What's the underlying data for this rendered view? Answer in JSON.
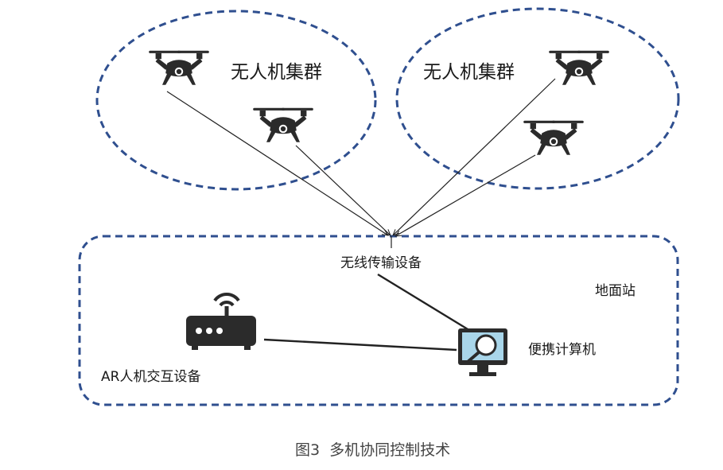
{
  "clusters": [
    {
      "label": "无人机集群"
    },
    {
      "label": "无人机集群"
    }
  ],
  "ground_station": {
    "label": "地面站",
    "wireless_device": "无线传输设备",
    "laptop": "便携计算机",
    "ar_device": "AR人机交互设备"
  },
  "caption": "图3  多机协同控制技术",
  "colors": {
    "dashed_outline": "#2f4f8f",
    "icon": "#2b2b2b",
    "screen": "#a9d6ea"
  }
}
